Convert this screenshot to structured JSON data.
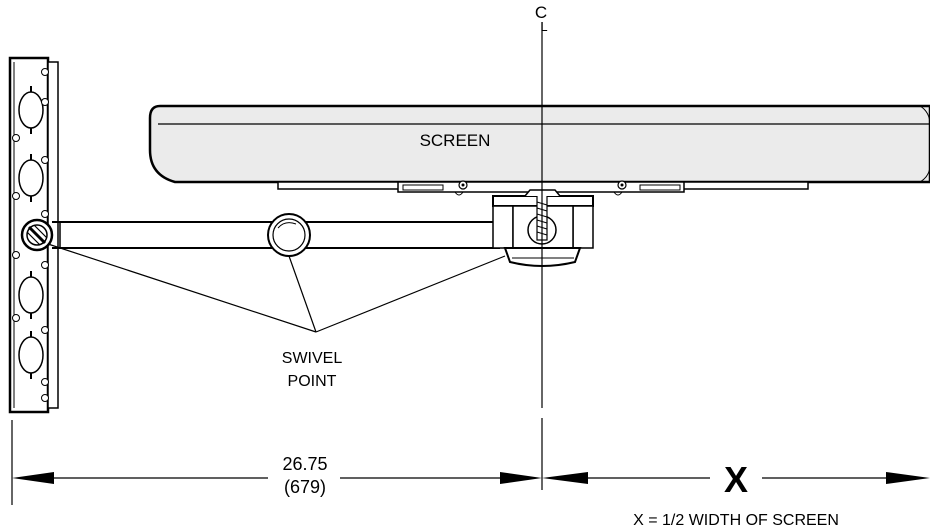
{
  "diagram": {
    "centerline_symbol": "CL",
    "screen_label": "SCREEN",
    "swivel_label_line1": "SWIVEL",
    "swivel_label_line2": "POINT",
    "dimension_value": "26.75",
    "dimension_metric": "(679)",
    "x_symbol": "X",
    "x_definition": "X = 1/2 WIDTH OF SCREEN"
  },
  "colors": {
    "ink": "#000000",
    "background": "#ffffff",
    "screen_shade": "#ebebeb"
  }
}
